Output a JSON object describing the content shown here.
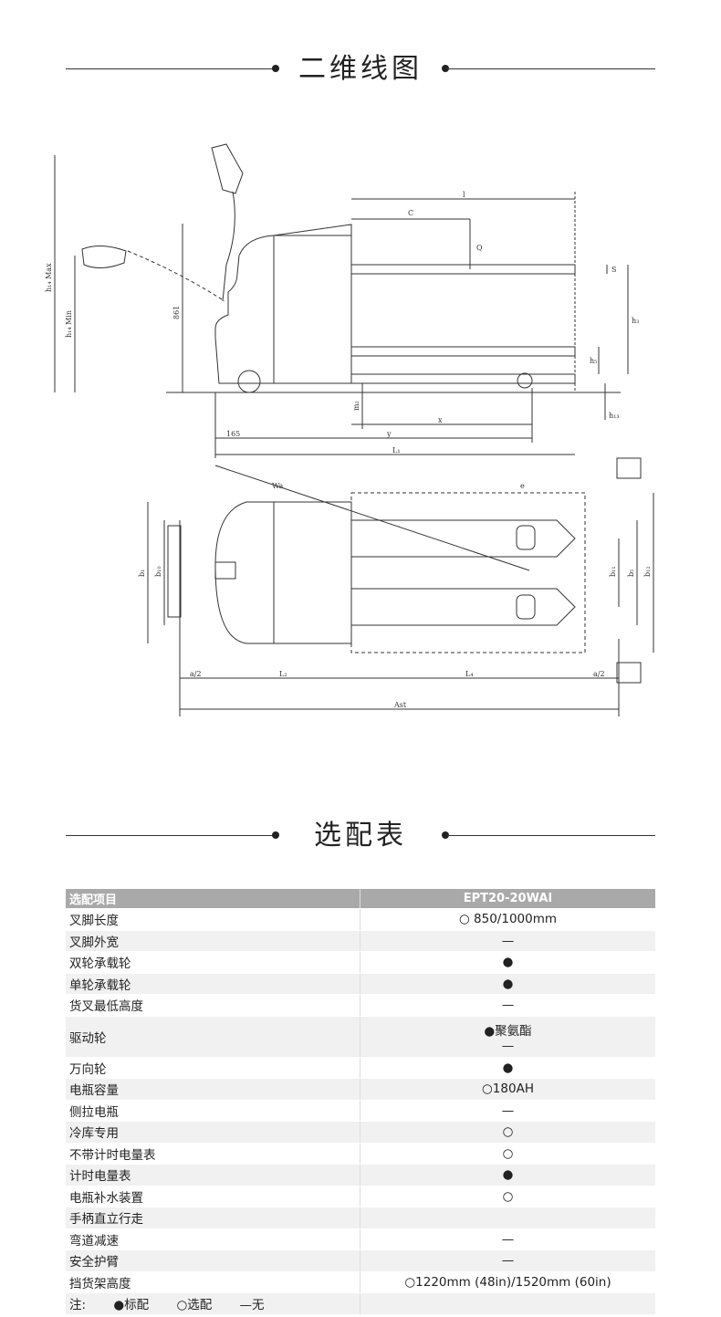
{
  "sections": {
    "drawing_title": "二维线图",
    "table_title": "选配表"
  },
  "drawing_labels": {
    "l": "l",
    "c": "C",
    "q": "Q",
    "s": "S",
    "h3": "h₃",
    "h5": "h₅",
    "h13": "h₁₃",
    "h13_vertical": "861",
    "h14max": "h₁₄ Max",
    "h14min": "h₁₄ Min",
    "m2": "m₂",
    "dim165": "165",
    "x": "x",
    "y": "y",
    "l1": "L₁",
    "wa": "Wa",
    "e": "e",
    "b1": "b₁",
    "b10": "b₁₀",
    "b11": "b₁₁",
    "b5": "b₅",
    "b12": "b₁₂",
    "a2_left": "a/2",
    "l2": "L₂",
    "l4": "L₄",
    "a2_right": "a/2",
    "ast": "Ast"
  },
  "table": {
    "header": {
      "item": "选配项目",
      "model": "EPT20-20WAI"
    },
    "rows": [
      {
        "item": "叉脚长度",
        "value": "○ 850/1000mm"
      },
      {
        "item": "叉脚外宽",
        "value": "—"
      },
      {
        "item": "双轮承载轮",
        "value": "●"
      },
      {
        "item": "单轮承载轮",
        "value": "●"
      },
      {
        "item": "货叉最低高度",
        "value": "—"
      },
      {
        "item": "驱动轮",
        "value": "●聚氨酯",
        "value2": "—"
      },
      {
        "item": "万向轮",
        "value": "●"
      },
      {
        "item": "电瓶容量",
        "value": "○180AH"
      },
      {
        "item": "侧拉电瓶",
        "value": "—"
      },
      {
        "item": "冷库专用",
        "value": "○"
      },
      {
        "item": "不带计时电量表",
        "value": "○"
      },
      {
        "item": "计时电量表",
        "value": "●"
      },
      {
        "item": "电瓶补水装置",
        "value": "○"
      },
      {
        "item": "手柄直立行走",
        "value": ""
      },
      {
        "item": "弯道减速",
        "value": "—"
      },
      {
        "item": "安全护臂",
        "value": "—"
      },
      {
        "item": "挡货架高度",
        "value": "○1220mm (48in)/1520mm (60in)"
      }
    ],
    "note": {
      "label": "注:",
      "standard": "●标配",
      "optional": "○选配",
      "none": "—无"
    }
  }
}
